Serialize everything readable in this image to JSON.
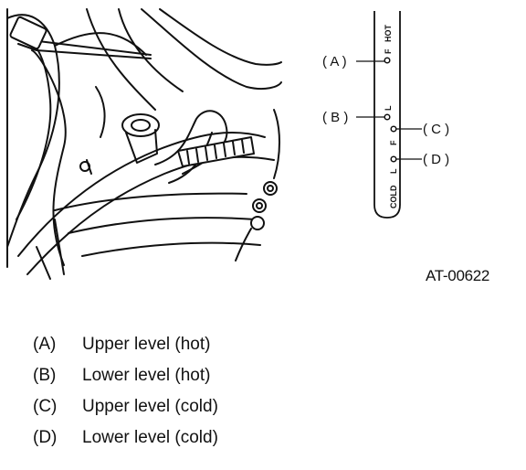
{
  "figure_id": "AT-00622",
  "callouts": [
    "( A )",
    "( B )",
    "( C )",
    "( D )"
  ],
  "dipstick_marks": {
    "hot_f": "F",
    "hot_word": "HOT",
    "hot_l": "L",
    "cold_f": "F",
    "cold_l": "L",
    "cold_word": "COLD"
  },
  "legend": [
    {
      "key": "(A)",
      "text": "Upper level (hot)"
    },
    {
      "key": "(B)",
      "text": "Lower level (hot)"
    },
    {
      "key": "(C)",
      "text": "Upper level (cold)"
    },
    {
      "key": "(D)",
      "text": "Lower level (cold)"
    }
  ],
  "icons": [
    "engine-bay-illustration",
    "dipstick-blade"
  ]
}
